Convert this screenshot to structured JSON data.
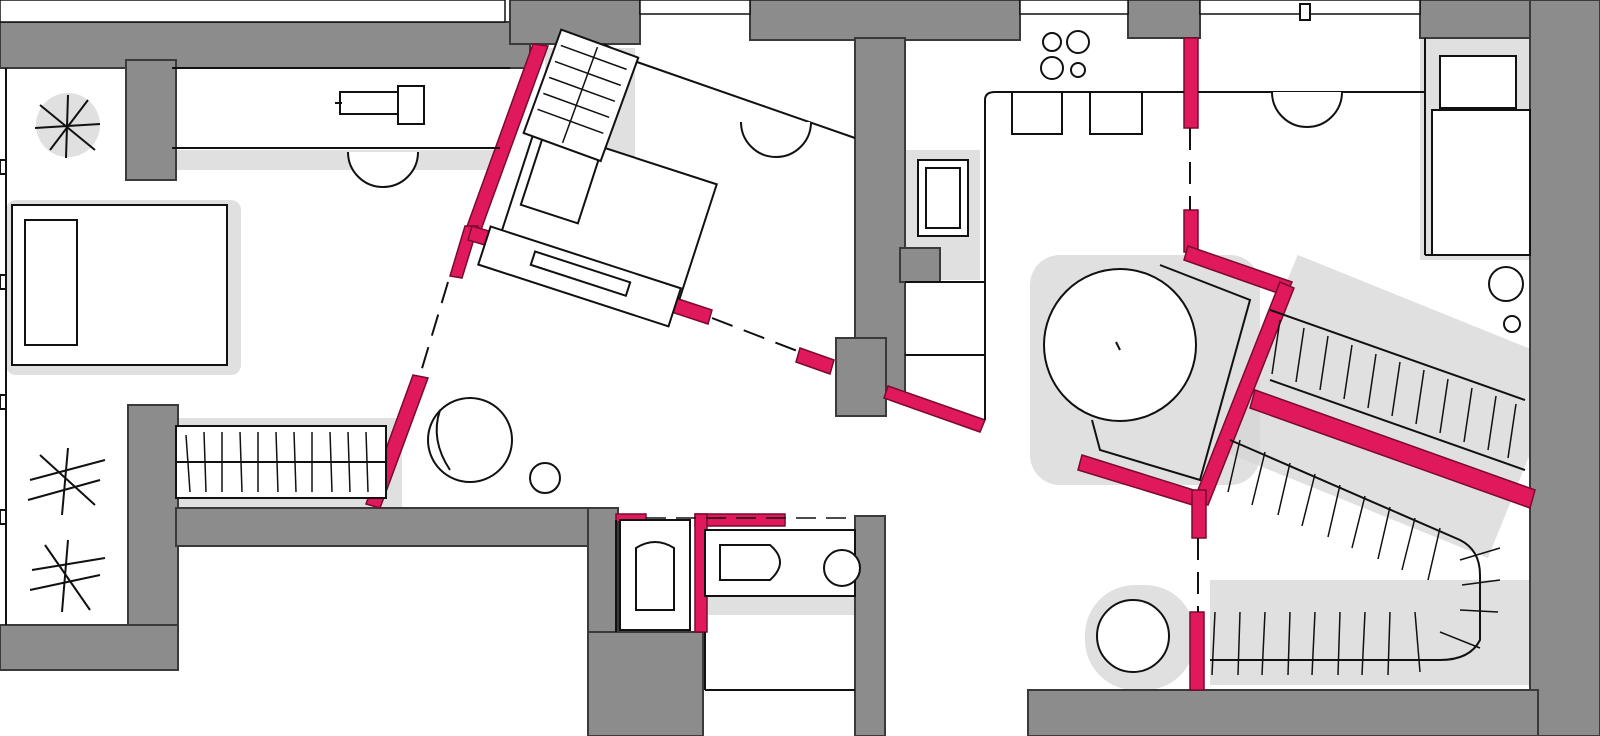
{
  "title": "",
  "colors": {
    "wall": "#8c8c8c",
    "accent_partition": "#e0185c",
    "ink": "#111111",
    "paper": "#ffffff",
    "shadow": "#d6d6d6"
  },
  "elements": {
    "exterior_walls": "wall-hatch",
    "new_partitions": "partition",
    "furniture": [
      "bed",
      "round-table",
      "stools",
      "sofa",
      "desk",
      "bathtub",
      "toilet",
      "sinks",
      "stove",
      "wardrobes",
      "plants"
    ]
  }
}
